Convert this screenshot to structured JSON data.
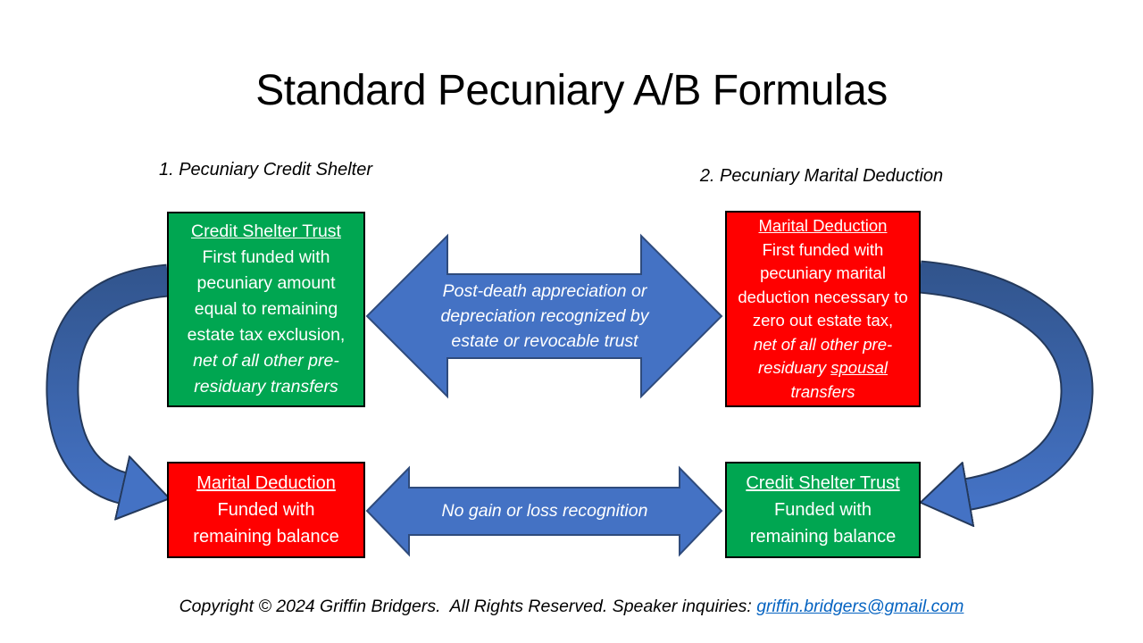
{
  "title": "Standard Pecuniary A/B Formulas",
  "sections": {
    "left_label": "1. Pecuniary Credit Shelter",
    "right_label": "2. Pecuniary Marital Deduction"
  },
  "boxes": {
    "top_left": {
      "title": "Credit Shelter Trust",
      "body": "First funded with pecuniary amount equal to remaining estate tax exclusion,",
      "body_italic": "net of all other pre-residuary transfers"
    },
    "top_right": {
      "title": "Marital Deduction",
      "body": "First funded with pecuniary marital deduction necessary to zero out estate tax,",
      "italic_pre": "net of all other pre-residuary ",
      "italic_underlined": "spousal",
      "italic_post": " transfers"
    },
    "bottom_left": {
      "title": "Marital Deduction",
      "body": "Funded with remaining balance"
    },
    "bottom_right": {
      "title": "Credit Shelter Trust",
      "body": "Funded with remaining balance"
    }
  },
  "arrows": {
    "top": {
      "label": "Post-death appreciation or depreciation recognized by estate or revocable trust"
    },
    "bottom": {
      "label": "No gain or loss recognition"
    }
  },
  "footer": {
    "text": "Copyright © 2024 Griffin Bridgers.  All Rights Reserved. Speaker inquiries: ",
    "email": "griffin.bridgers@gmail.com"
  },
  "colors": {
    "box_green": "#00A651",
    "box_red": "#FF0000",
    "arrow_blue": "#4472C4",
    "arrow_blue_dark": "#31548C",
    "arrow_outline": "#2F4B7C",
    "ribbon_outline": "#24395B",
    "link_blue": "#0563C1"
  }
}
